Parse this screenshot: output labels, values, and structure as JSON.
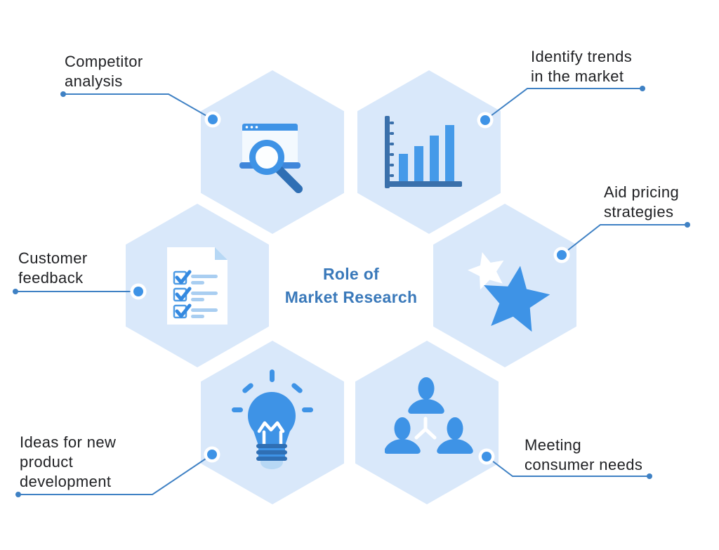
{
  "title": {
    "line1": "Role of",
    "line2": "Market Research"
  },
  "nodes": [
    {
      "id": "competitor-analysis",
      "label": "Competitor\nanalysis",
      "icon": "browser-search-icon"
    },
    {
      "id": "identify-trends",
      "label": "Identify trends\nin the market",
      "icon": "bar-chart-icon"
    },
    {
      "id": "aid-pricing",
      "label": "Aid pricing\nstrategies",
      "icon": "star-icon"
    },
    {
      "id": "customer-feedback",
      "label": "Customer\nfeedback",
      "icon": "checklist-icon"
    },
    {
      "id": "ideas-product-development",
      "label": "Ideas for new\nproduct\ndevelopment",
      "icon": "lightbulb-icon"
    },
    {
      "id": "meeting-consumer-needs",
      "label": "Meeting\nconsumer needs",
      "icon": "team-icon"
    }
  ],
  "colors": {
    "background": "#ffffff",
    "hexagon_fill": "#d9e8fa",
    "icon_blue": "#3e93e6",
    "icon_dark_blue": "#2f6fb4",
    "axis_blue": "#3a70ab",
    "icon_light_blue": "#b7d8f5",
    "detail_line_blue": "#a9cef1",
    "bar_blue": "#459ae9",
    "connector_blue": "#3f81c4",
    "title_blue": "#3a79ba",
    "label_text": "#202124"
  }
}
